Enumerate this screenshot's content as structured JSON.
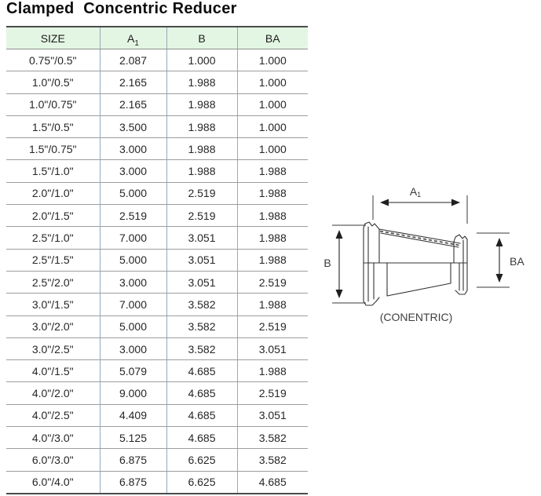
{
  "title": "Clamped  Concentric Reducer",
  "table": {
    "headers": [
      {
        "text": "SIZE",
        "sub": ""
      },
      {
        "text": "A",
        "sub": "1"
      },
      {
        "text": "B",
        "sub": ""
      },
      {
        "text": "BA",
        "sub": ""
      }
    ],
    "rows": [
      [
        "0.75\"/0.5\"",
        "2.087",
        "1.000",
        "1.000"
      ],
      [
        "1.0\"/0.5\"",
        "2.165",
        "1.988",
        "1.000"
      ],
      [
        "1.0\"/0.75\"",
        "2.165",
        "1.988",
        "1.000"
      ],
      [
        "1.5\"/0.5\"",
        "3.500",
        "1.988",
        "1.000"
      ],
      [
        "1.5\"/0.75\"",
        "3.000",
        "1.988",
        "1.000"
      ],
      [
        "1.5\"/1.0\"",
        "3.000",
        "1.988",
        "1.988"
      ],
      [
        "2.0\"/1.0\"",
        "5.000",
        "2.519",
        "1.988"
      ],
      [
        "2.0\"/1.5\"",
        "2.519",
        "2.519",
        "1.988"
      ],
      [
        "2.5\"/1.0\"",
        "7.000",
        "3.051",
        "1.988"
      ],
      [
        "2.5\"/1.5\"",
        "5.000",
        "3.051",
        "1.988"
      ],
      [
        "2.5\"/2.0\"",
        "3.000",
        "3.051",
        "2.519"
      ],
      [
        "3.0\"/1.5\"",
        "7.000",
        "3.582",
        "1.988"
      ],
      [
        "3.0\"/2.0\"",
        "5.000",
        "3.582",
        "2.519"
      ],
      [
        "3.0\"/2.5\"",
        "3.000",
        "3.582",
        "3.051"
      ],
      [
        "4.0\"/1.5\"",
        "5.079",
        "4.685",
        "1.988"
      ],
      [
        "4.0\"/2.0\"",
        "9.000",
        "4.685",
        "2.519"
      ],
      [
        "4.0\"/2.5\"",
        "4.409",
        "4.685",
        "3.051"
      ],
      [
        "4.0\"/3.0\"",
        "5.125",
        "4.685",
        "3.582"
      ],
      [
        "6.0\"/3.0\"",
        "6.875",
        "6.625",
        "3.582"
      ],
      [
        "6.0\"/4.0\"",
        "6.875",
        "6.625",
        "4.685"
      ]
    ]
  },
  "diagram": {
    "dim_a1": {
      "text": "A",
      "sub": "1"
    },
    "dim_b": "B",
    "dim_ba": "BA",
    "caption": "(CONENTRIC)"
  },
  "colors": {
    "header_bg": "#e3f6e3",
    "heavy_border": "#4b4b4b",
    "row_border": "#9d9d9d",
    "column_border": "#93a9bb",
    "text": "#262626"
  }
}
